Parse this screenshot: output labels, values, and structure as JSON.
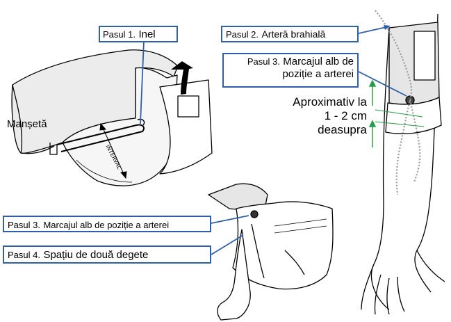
{
  "labels": {
    "step1_prefix": "Pasul 1.",
    "step1_text": "Inel",
    "cuff": "Manșetă",
    "interval": "INTERVAL",
    "step2_prefix": "Pasul 2.",
    "step2_text": "Arteră brahială",
    "step3_right_prefix": "Pasul 3.",
    "step3_right_line1": "Marcajul alb de",
    "step3_right_line2": "poziție a arterei",
    "approx_line1": "Aproximativ la",
    "approx_line2": "1 - 2 cm",
    "approx_line3": "deasupra",
    "step3_left_prefix": "Pasul 3.",
    "step3_left_text": "Marcajul alb de poziție a arterei",
    "step4_prefix": "Pasul 4.",
    "step4_text": "Spațiu de două degete"
  },
  "colors": {
    "callout_border": "#2e5fa8",
    "leader_line": "#2e5fa8",
    "measure_arrow": "#2a9a4a",
    "cuff_gray": "#e6e6e6",
    "artery_dots": "#9a9a9a"
  }
}
